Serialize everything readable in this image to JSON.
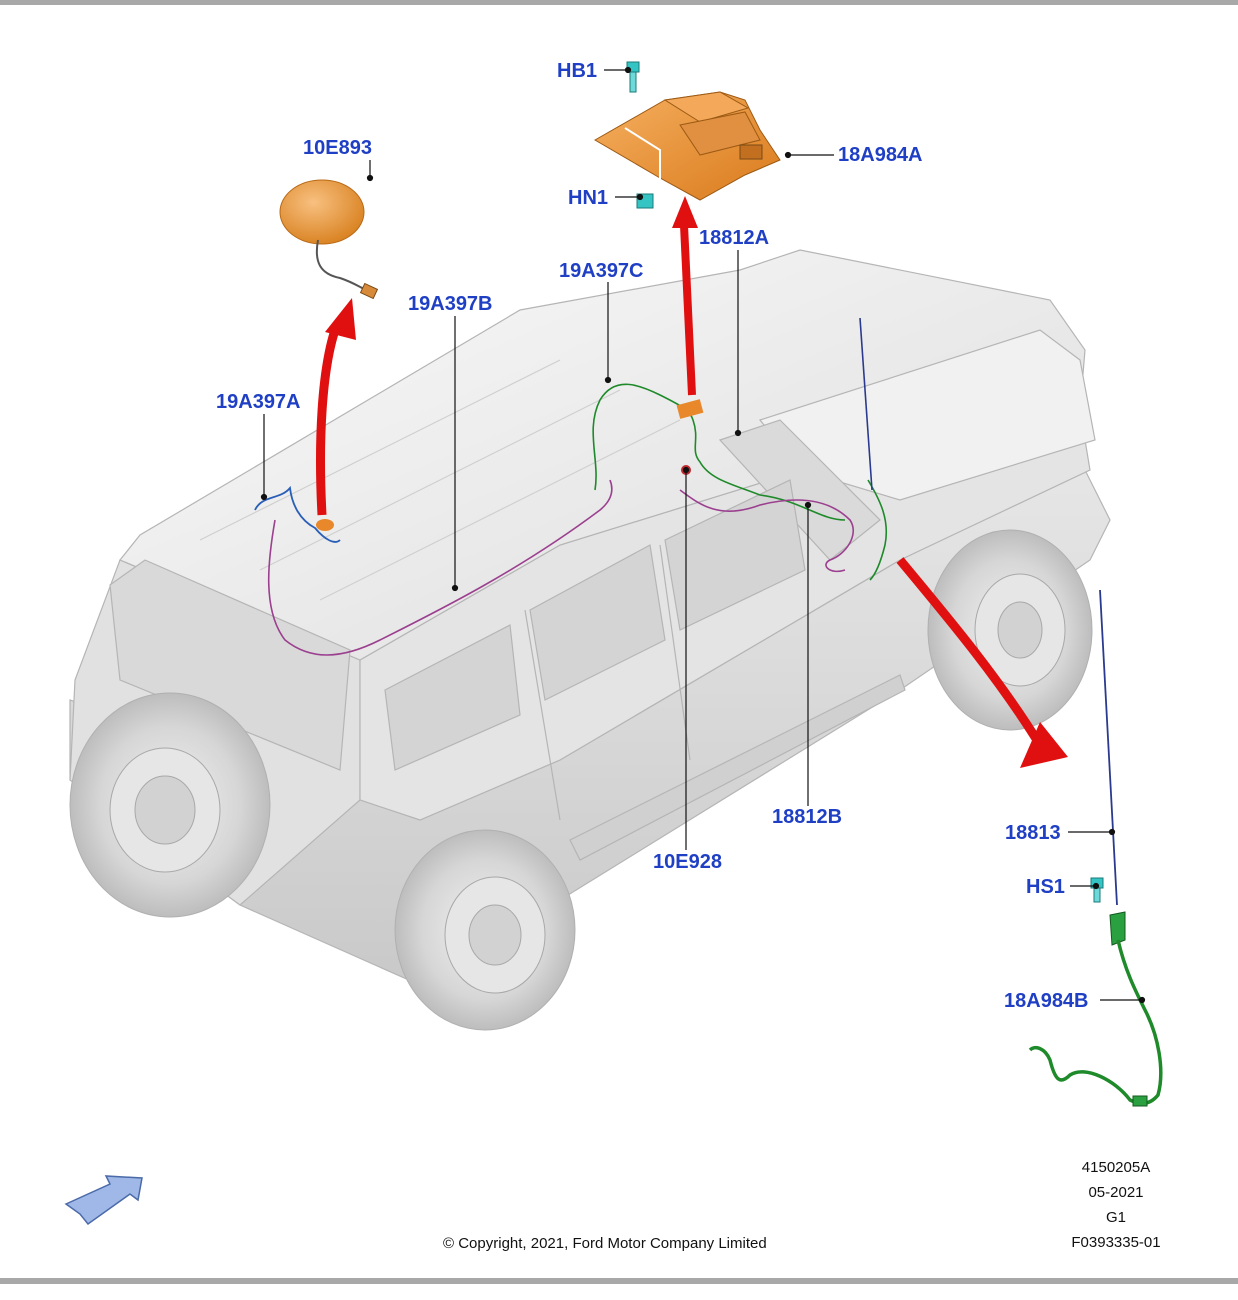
{
  "callouts": {
    "c_10E893": "10E893",
    "c_HB1": "HB1",
    "c_18A984A": "18A984A",
    "c_HN1": "HN1",
    "c_18812A": "18812A",
    "c_19A397C": "19A397C",
    "c_19A397B": "19A397B",
    "c_19A397A": "19A397A",
    "c_18812B": "18812B",
    "c_10E928": "10E928",
    "c_18813": "18813",
    "c_HS1": "HS1",
    "c_18A984B": "18A984B"
  },
  "footer": {
    "illustration_number": "4150205A",
    "date": "05-2021",
    "group": "G1",
    "figure_id": "F0393335-01",
    "copyright": "© Copyright, 2021, Ford Motor Company Limited"
  },
  "colors": {
    "callout_text": "#1f3fc4",
    "highlight_arrow": "#e01010",
    "component_orange": "#e8882a",
    "fastener_cyan": "#35c4c4",
    "harness_green": "#1e8a2a",
    "harness_purple": "#9b3f8f",
    "harness_blue": "#2a5fb8",
    "vehicle_body": "#ececec",
    "frame_rule": "#a8a8a8"
  },
  "icons": {
    "orientation": "front-direction-arrow-icon"
  }
}
